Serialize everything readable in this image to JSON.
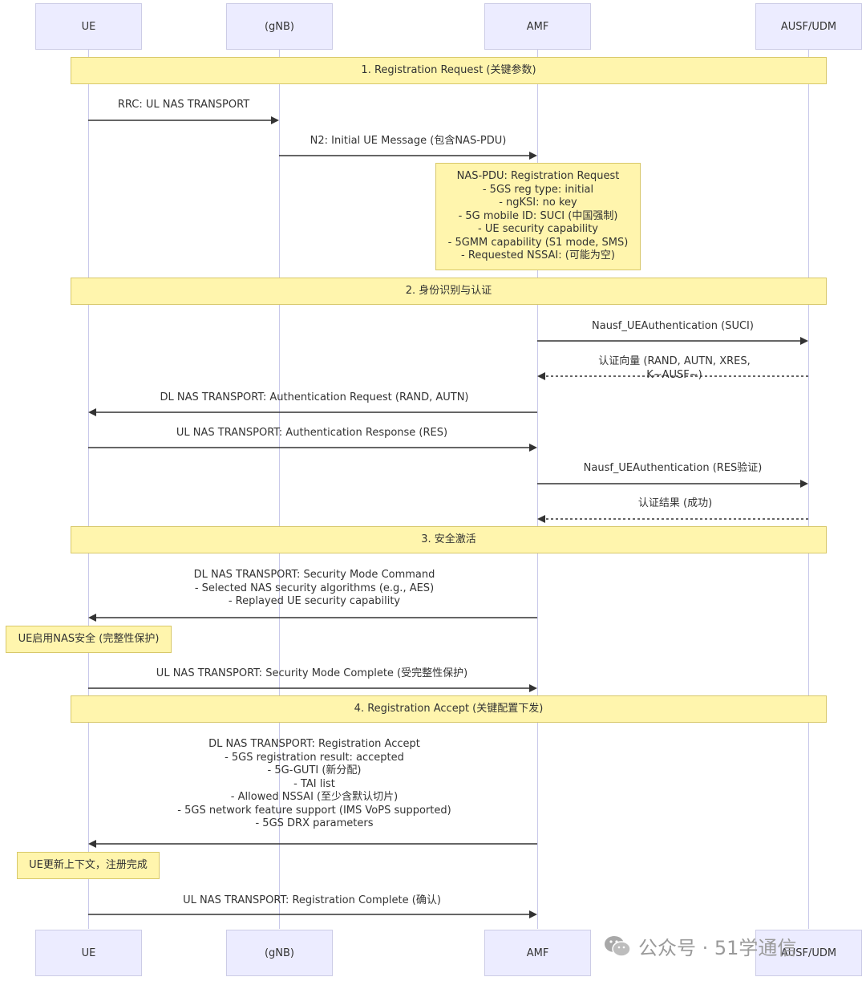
{
  "actors": [
    {
      "id": "ue",
      "label": "UE"
    },
    {
      "id": "gnb",
      "label": "(gNB)"
    },
    {
      "id": "amf",
      "label": "AMF"
    },
    {
      "id": "ausf",
      "label": "AUSF/UDM"
    }
  ],
  "sections": [
    {
      "label": "1. Registration Request (关键参数)"
    },
    {
      "label": "2. 身份识别与认证"
    },
    {
      "label": "3. 安全激活"
    },
    {
      "label": "4. Registration Accept (关键配置下发)"
    }
  ],
  "messages": [
    {
      "from": "ue",
      "to": "gnb",
      "label": "RRC: UL NAS TRANSPORT",
      "style": "solid"
    },
    {
      "from": "gnb",
      "to": "amf",
      "label": "N2: Initial UE Message (包含NAS-PDU)",
      "style": "solid"
    },
    {
      "from": "amf",
      "to": "ausf",
      "label": "Nausf_UEAuthentication (SUCI)",
      "style": "solid"
    },
    {
      "from": "ausf",
      "to": "amf",
      "label": "认证向量 (RAND, AUTN, XRES, K~AUSF~)",
      "style": "dashed"
    },
    {
      "from": "amf",
      "to": "ue",
      "label": "DL NAS TRANSPORT: Authentication Request (RAND, AUTN)",
      "style": "solid"
    },
    {
      "from": "ue",
      "to": "amf",
      "label": "UL NAS TRANSPORT: Authentication Response (RES)",
      "style": "solid"
    },
    {
      "from": "amf",
      "to": "ausf",
      "label": "Nausf_UEAuthentication (RES验证)",
      "style": "solid"
    },
    {
      "from": "ausf",
      "to": "amf",
      "label": "认证结果 (成功)",
      "style": "dashed"
    },
    {
      "from": "amf",
      "to": "ue",
      "label": "DL NAS TRANSPORT: Security Mode Command\n- Selected NAS security algorithms (e.g., AES)\n- Replayed UE security capability",
      "style": "solid"
    },
    {
      "from": "ue",
      "to": "amf",
      "label": "UL NAS TRANSPORT: Security Mode Complete (受完整性保护)",
      "style": "solid"
    },
    {
      "from": "amf",
      "to": "ue",
      "label": "DL NAS TRANSPORT: Registration Accept\n- 5GS registration result: accepted\n- 5G-GUTI (新分配)\n- TAI list\n- Allowed NSSAI (至少含默认切片)\n- 5GS network feature support (IMS VoPS supported)\n- 5GS DRX parameters",
      "style": "solid"
    },
    {
      "from": "ue",
      "to": "amf",
      "label": "UL NAS TRANSPORT: Registration Complete (确认)",
      "style": "solid"
    }
  ],
  "notes": [
    {
      "label": "NAS-PDU: Registration Request\n- 5GS reg type: initial\n- ngKSI: no key\n- 5G mobile ID: SUCI (中国强制)\n- UE security capability\n- 5GMM capability (S1 mode, SMS)\n- Requested NSSAI: (可能为空)"
    },
    {
      "label": "UE启用NAS安全 (完整性保护)"
    },
    {
      "label": "UE更新上下文，注册完成"
    }
  ],
  "watermark": {
    "text": "公众号 · 51学通信",
    "icon": "wechat-icon"
  },
  "colors": {
    "actor_fill": "#ececff",
    "actor_border": "#cccce6",
    "note_fill": "#fff5ad",
    "note_border": "#d8c86a",
    "line": "#333333"
  }
}
